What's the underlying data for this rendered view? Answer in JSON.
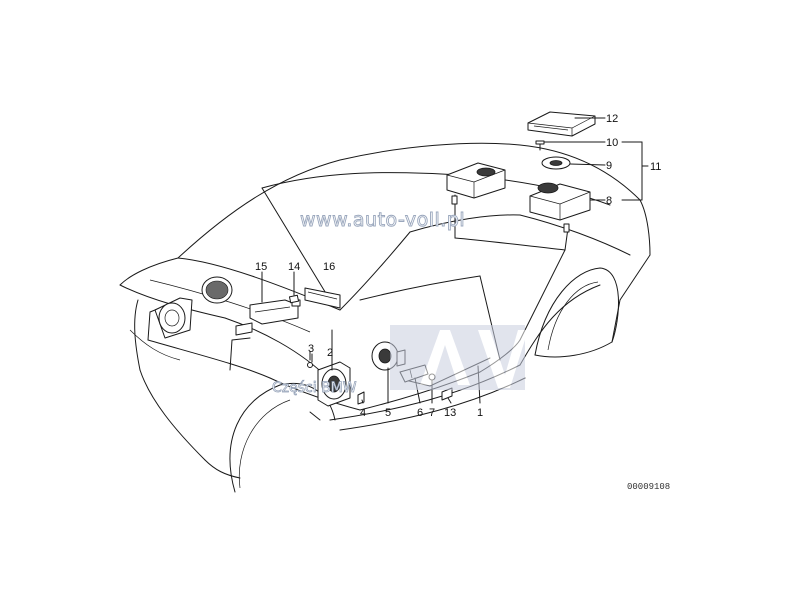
{
  "diagram": {
    "watermark_url": "www.auto-voll.pl",
    "watermark_parts": "Części BMW",
    "watermark_logo": "AV",
    "drawing_code": "00009108",
    "labels": [
      "1",
      "2",
      "3",
      "4",
      "5",
      "6",
      "7",
      "8",
      "9",
      "10",
      "11",
      "12",
      "13",
      "14",
      "15",
      "16"
    ],
    "logo_color": "#c9cfe0"
  }
}
